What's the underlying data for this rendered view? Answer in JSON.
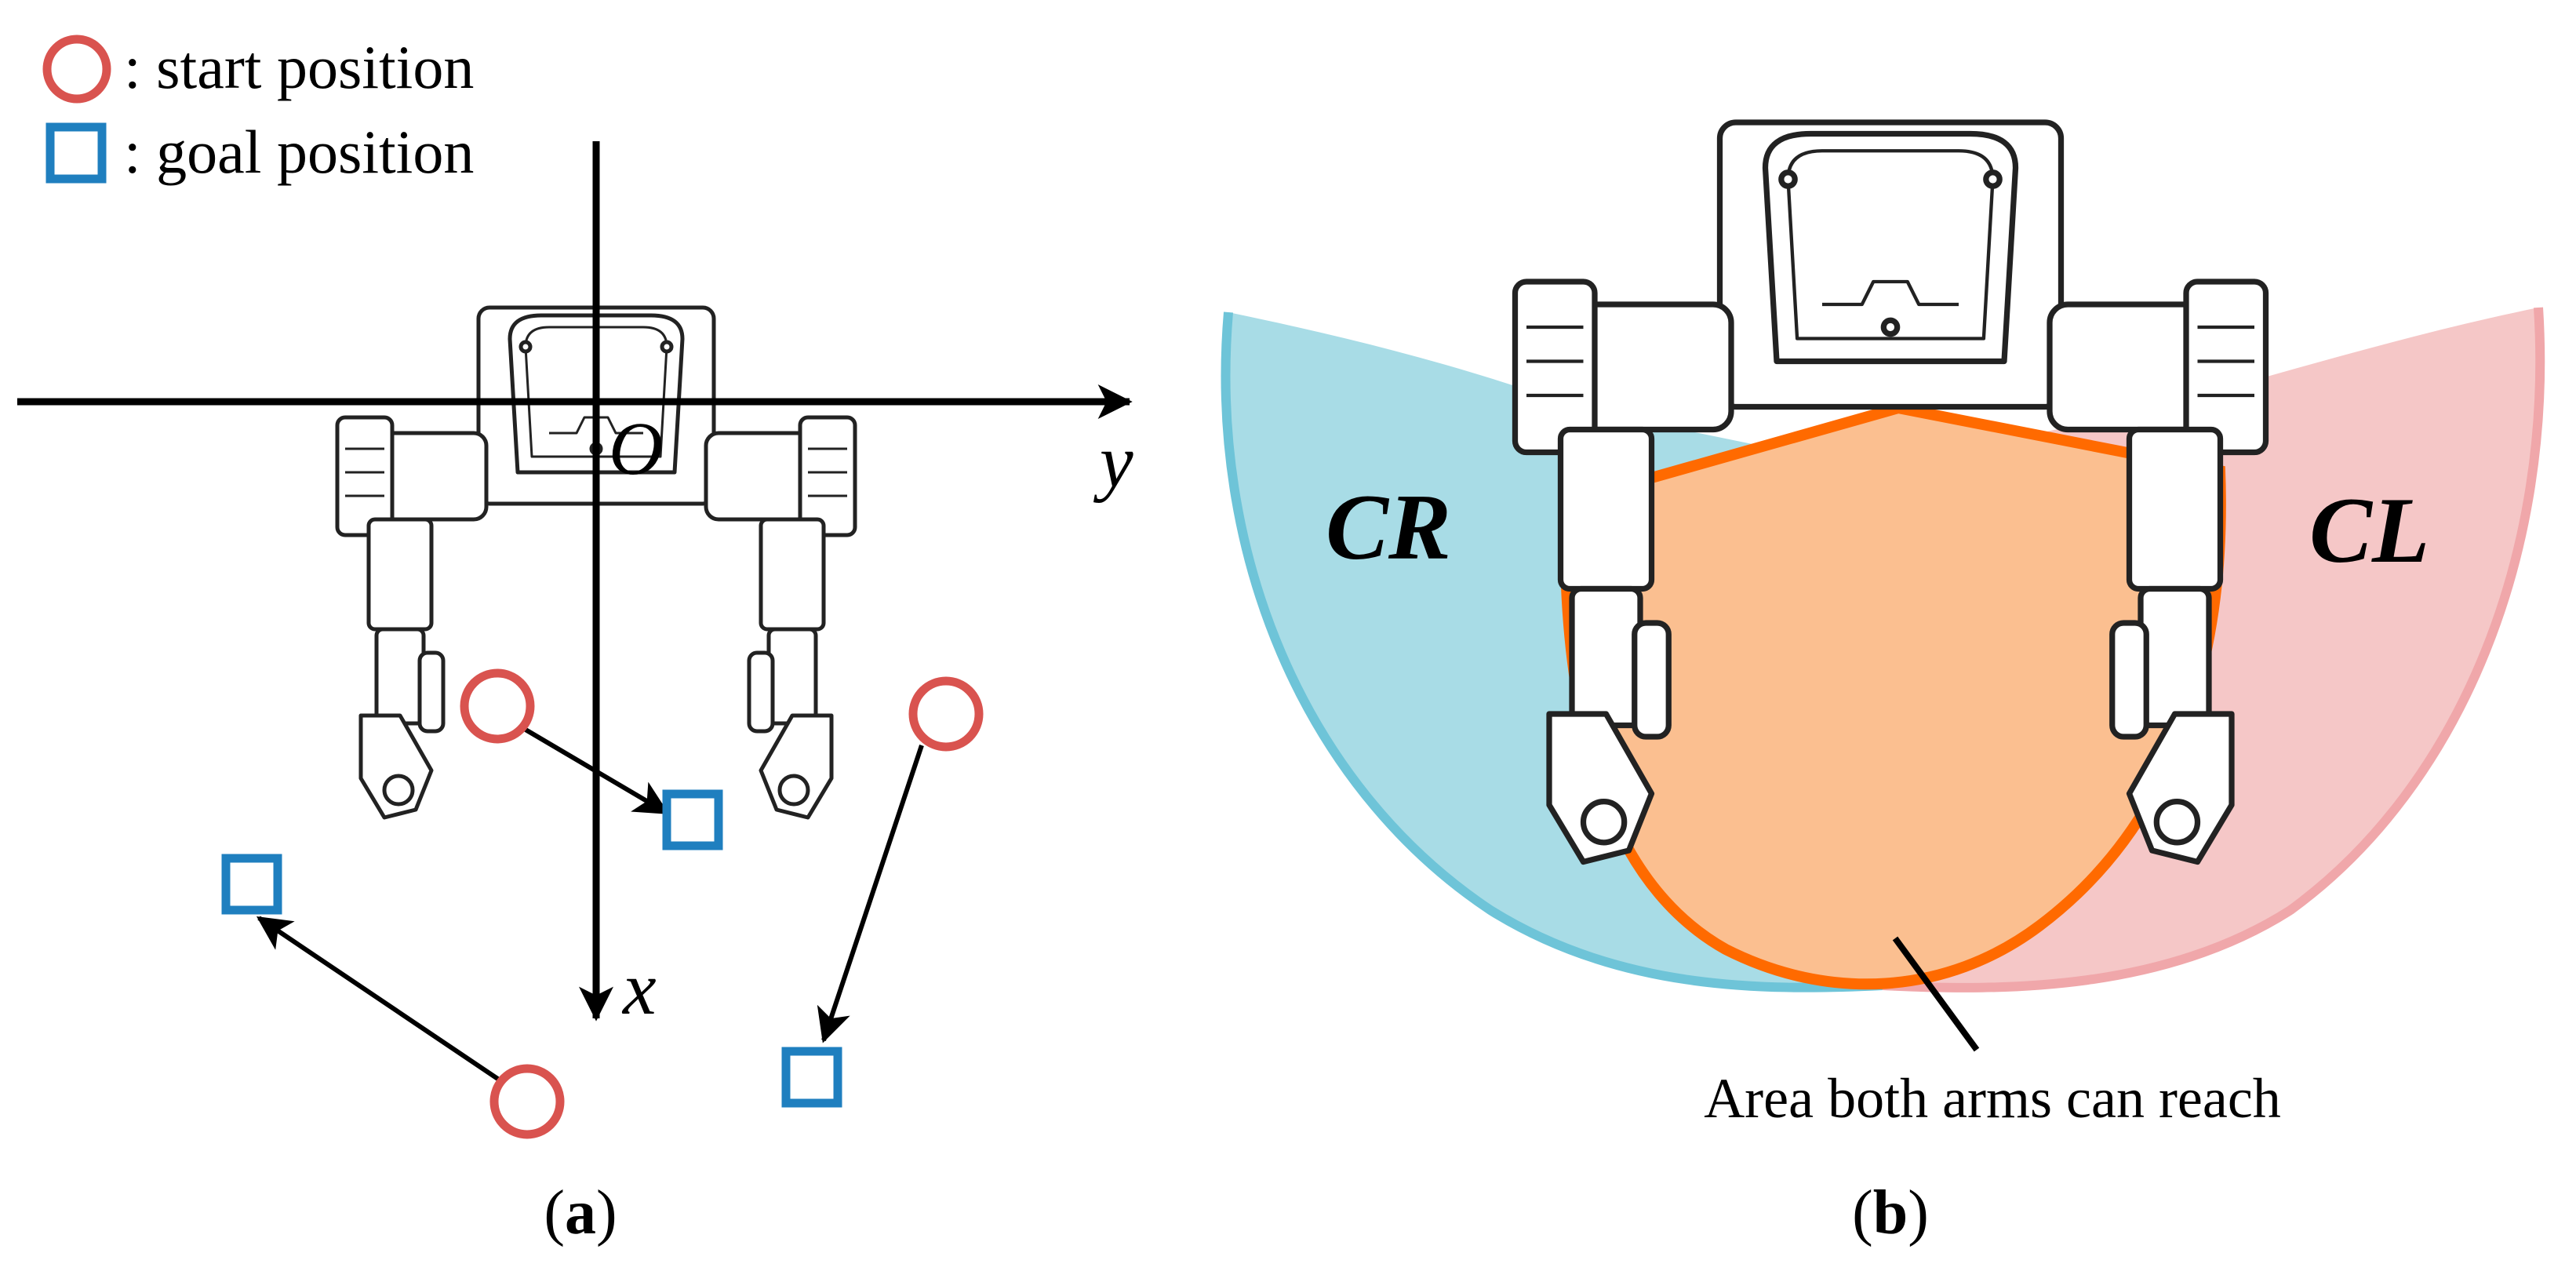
{
  "legend": {
    "start_label": ": start position",
    "goal_label": ": goal position",
    "start_color": "#d9534f",
    "goal_color": "#1f7fbf"
  },
  "axes": {
    "origin_label": "O",
    "y_label": "y",
    "x_label": "x"
  },
  "panel_b": {
    "cr_label": "CR",
    "cl_label": "CL",
    "both_label": "Area both arms can reach",
    "cr_color": "#a8dce6",
    "cl_color": "#f5c7c7",
    "both_color": "#fbbf90",
    "both_outline": "#ff6a00"
  },
  "captions": {
    "a_open": "(",
    "a_letter": "a",
    "a_close": ")",
    "b_open": "(",
    "b_letter": "b",
    "b_close": ")"
  },
  "icons": [
    "robot-drawing-icon",
    "start-marker-icon",
    "goal-marker-icon",
    "arrow-icon"
  ]
}
